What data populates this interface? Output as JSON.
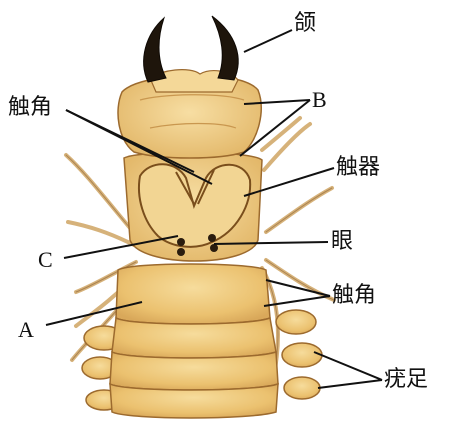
{
  "labels": {
    "jaw": "颌",
    "antenna_top": "触角",
    "b": "B",
    "palp": "触器",
    "c": "C",
    "eye": "眼",
    "antenna_right": "触角",
    "a": "A",
    "parapodia": "疣足"
  },
  "colors": {
    "body_fill": "#ecc47a",
    "body_light": "#f3d592",
    "outline": "#8a5a24",
    "jaw": "#1e150b",
    "leader_line": "#111111"
  }
}
